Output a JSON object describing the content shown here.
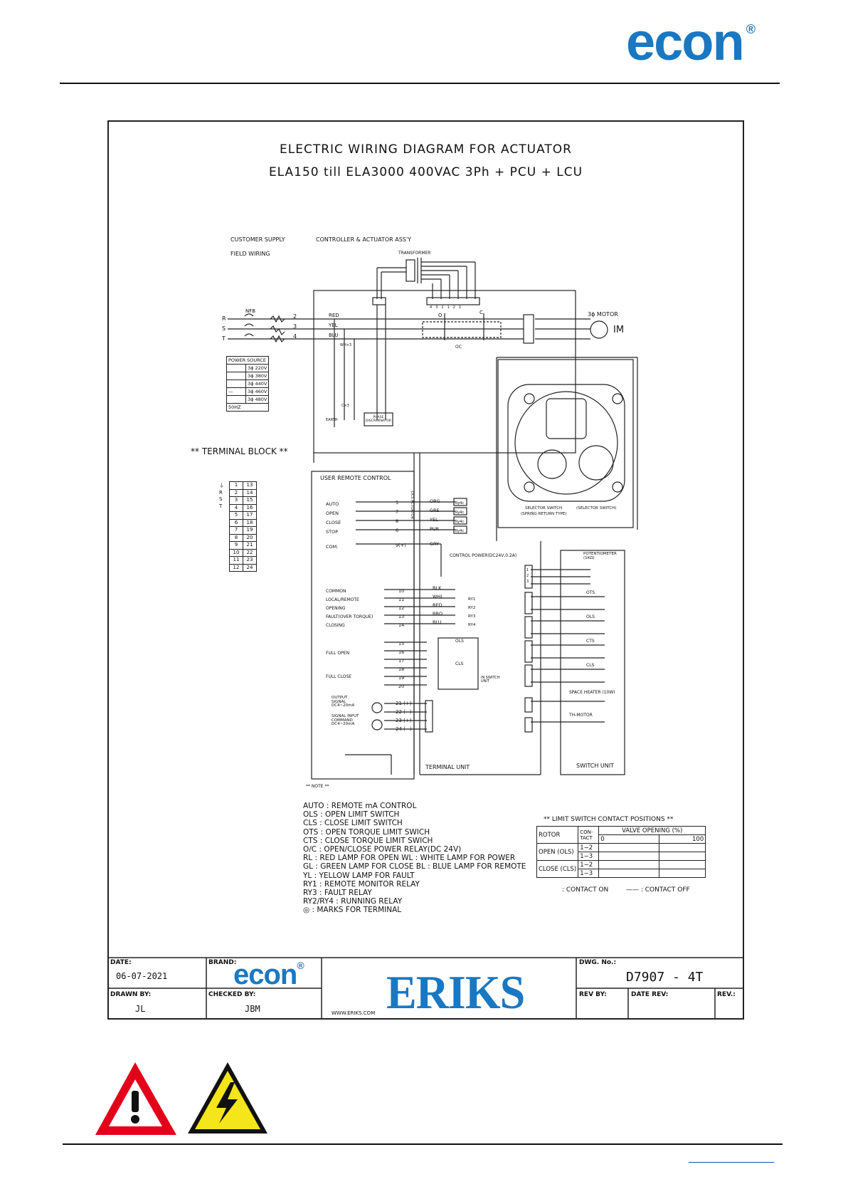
{
  "header": {
    "brand": "econ",
    "registered": "®"
  },
  "drawing": {
    "title_line1": "ELECTRIC  WIRING  DIAGRAM  FOR  ACTUATOR",
    "title_line2": "ELA150  till  ELA3000  400VAC  3Ph  +  PCU  +  LCU",
    "customer_supply": "CUSTOMER SUPPLY",
    "field_wiring": "FIELD WIRING",
    "controller": "CONTROLLER & ACTUATOR ASS'Y",
    "transformer": "TRANSFORMER",
    "nfb": "NFB",
    "phases": [
      "R",
      "S",
      "T"
    ],
    "phase_terms": [
      "2",
      "3",
      "4"
    ],
    "wire_colors": [
      "RED",
      "YEL",
      "BLU"
    ],
    "motor": "3ϕ MOTOR",
    "motor_im": "IM",
    "oc_labels": [
      "O",
      "C",
      "OC"
    ],
    "earth": "EARTH",
    "cap": "C×3",
    "phase_disc": "PHASE DISCRIMINATOR",
    "wire_lbl": "WH×3",
    "trans_taps": [
      "4",
      "3",
      "2",
      "1",
      "2",
      "1"
    ],
    "power_source": {
      "title": "POWER SOURCE",
      "rows": [
        "3ϕ 220V",
        "3ϕ 380V",
        "3ϕ 440V",
        "3ϕ 460V",
        "3ϕ 480V"
      ],
      "freq": "50HZ"
    },
    "terminal_block": {
      "title": "** TERMINAL BLOCK **",
      "side": [
        "⏚",
        "R",
        "S",
        "T"
      ],
      "rows": [
        [
          "1",
          "13"
        ],
        [
          "2",
          "14"
        ],
        [
          "3",
          "15"
        ],
        [
          "4",
          "16"
        ],
        [
          "5",
          "17"
        ],
        [
          "6",
          "18"
        ],
        [
          "7",
          "19"
        ],
        [
          "8",
          "20"
        ],
        [
          "9",
          "21"
        ],
        [
          "10",
          "22"
        ],
        [
          "11",
          "23"
        ],
        [
          "12",
          "24"
        ]
      ]
    },
    "user_remote": {
      "title": "USER REMOTE CONTROL",
      "inputs": [
        "AUTO",
        "OPEN",
        "CLOSE",
        "STOP",
        "COM."
      ],
      "input_terms": [
        "5",
        "7",
        "8",
        "6",
        "9(+)"
      ],
      "colors": [
        "ORG",
        "GRE",
        "YEL",
        "PUR",
        "GRY"
      ],
      "relays": [
        "Ry4c",
        "Ry4c",
        "Ry4c",
        "Ry4c"
      ],
      "control_power": "CONTROL POWER(DC24V,0.2A)",
      "outputs": [
        "COMMON",
        "LOCAL/REMOTE",
        "OPENING",
        "FAULT(OVER TORQUE)",
        "CLOSING"
      ],
      "output_terms": [
        "10",
        "11",
        "12",
        "13",
        "14"
      ],
      "out_colors": [
        "BLK",
        "WHI",
        "RED",
        "BRO",
        "BLU"
      ],
      "out_relays": [
        "RY1",
        "RY2",
        "RY3",
        "RY4"
      ],
      "full_open": "FULL OPEN",
      "full_close": "FULL CLOSE",
      "fo_terms": [
        "15",
        "16",
        "17",
        "18",
        "19",
        "20"
      ],
      "ols": "OLS",
      "cls": "CLS",
      "in_switch": "IN SWITCH UNIT",
      "output_signal": "OUTPUT SIGNAL DC4~20mA",
      "signal_input": "SIGNAL INPUT COMMAND DC4~20mA",
      "sig_terms": [
        "21 (+)",
        "22 (−)",
        "23 (+)",
        "24 (−)"
      ],
      "dcs": "DCS ACTUATOR",
      "terminal_unit": "TERMINAL UNIT"
    },
    "selector": {
      "l1": "SELECTOR SWITCH",
      "l1b": "(SPRING RETURN TYPE)",
      "l2": "(SELECTOR SWITCH)"
    },
    "switch_unit": {
      "title": "SWITCH UNIT",
      "potentiometer": "POTENTIOMETER (1KΩ)",
      "items": [
        "OTS",
        "OLS",
        "CTS",
        "CLS"
      ],
      "heater": "SPACE HEATER (10W)",
      "thmotor": "TH-MOTOR",
      "pins": [
        "1",
        "2",
        "3"
      ]
    },
    "notes": {
      "header": "** NOTE **",
      "lines": [
        "AUTO : REMOTE mA CONTROL",
        "OLS : OPEN LIMIT SWITCH",
        "CLS : CLOSE LIMIT SWITCH",
        "OTS : OPEN TORQUE LIMIT SWICH",
        "CTS : CLOSE TORQUE LIMIT SWICH",
        "O/C : OPEN/CLOSE POWER RELAY(DC 24V)",
        "RL : RED LAMP FOR OPEN     WL : WHITE LAMP FOR POWER",
        "GL : GREEN LAMP FOR CLOSE BL : BLUE LAMP FOR REMOTE",
        "YL : YELLOW LAMP FOR FAULT",
        "RY1 : REMOTE MONITOR RELAY",
        "RY3 : FAULT RELAY",
        "RY2/RY4 : RUNNING RELAY",
        "◎ : MARKS FOR TERMINAL"
      ]
    },
    "limit_switch": {
      "title": "** LIMIT SWITCH CONTACT POSITIONS **",
      "h_rotor": "ROTOR",
      "h_contact": "CON-TACT",
      "h_valve": "VALVE OPENING (%)",
      "h_0": "0",
      "h_100": "100",
      "rows": [
        [
          "OPEN (OLS)",
          "1−2",
          "1−3"
        ],
        [
          "CLOSE (CLS)",
          "1−2",
          "1−3"
        ]
      ],
      "legend_on": ": CONTACT ON",
      "legend_off": "—— : CONTACT OFF"
    }
  },
  "title_block": {
    "date_label": "DATE:",
    "date": "06-07-2021",
    "brand_label": "BRAND:",
    "brand": "econ",
    "drawn_label": "DRAWN BY:",
    "drawn": "JL",
    "checked_label": "CHECKED BY:",
    "checked": "JBM",
    "website": "WWW.ERIKS.COM",
    "company": "ERIKS",
    "dwg_label": "DWG. No.:",
    "dwg": "D7907  -  4T",
    "rev_by_label": "REV BY:",
    "date_rev_label": "DATE REV:",
    "rev_label": "REV.:"
  },
  "colors": {
    "brand_blue": "#1a78c2",
    "warning_red": "#e2001a",
    "warning_yellow": "#f5e51b"
  }
}
